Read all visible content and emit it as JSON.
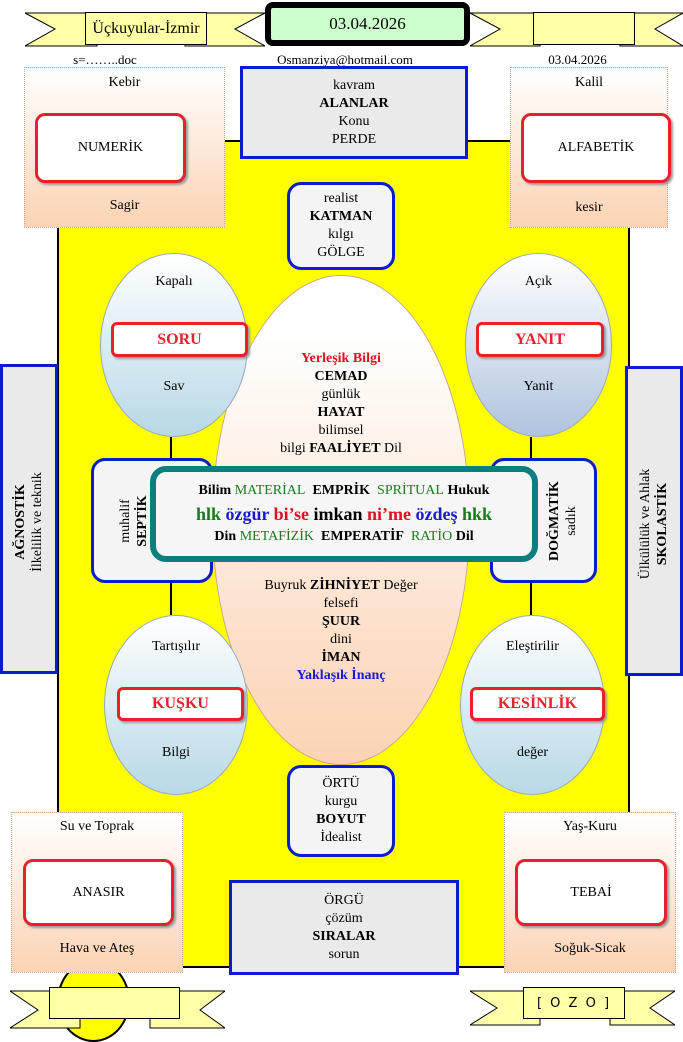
{
  "header": {
    "left_banner": "Üçkuyular-İzmir",
    "date_box": "03.04.2026",
    "right_banner": "",
    "file_label": "s=……..doc",
    "email": "Osmanziya@hotmail.com",
    "date_label": "03.04.2026"
  },
  "top_left": {
    "top": "Kebir",
    "box": "NUMERİK",
    "bottom": "Sagir"
  },
  "top_right": {
    "top": "Kalil",
    "box": "ALFABETİK",
    "bottom": "kesir"
  },
  "top_center": {
    "l1": "kavram",
    "l2": "ALANLAR",
    "l3": "Konu",
    "l4": "PERDE"
  },
  "realist": {
    "l1": "realist",
    "l2": "KATMAN",
    "l3": "kılgı",
    "l4": "GÖLGE"
  },
  "soru": {
    "top": "Kapalı",
    "box": "SORU",
    "bottom": "Sav"
  },
  "yanit": {
    "top": "Açık",
    "box": "YANIT",
    "bottom": "Yanit"
  },
  "kusku": {
    "top": "Tartışılır",
    "box": "KUŞKU",
    "bottom": "Bilgi"
  },
  "kesinlik": {
    "top": "Eleştirilir",
    "box": "KESİNLİK",
    "bottom": "değer"
  },
  "ellipse_top": {
    "l1": "Yerleşik Bilgi",
    "l2": "CEMAD",
    "l3": "günlük",
    "l4": "HAYAT",
    "l5": "bilimsel",
    "l6a": "bilgi ",
    "l6b": "FAALİYET",
    "l6c": " Dil"
  },
  "ellipse_bottom": {
    "l1a": "Buyruk ",
    "l1b": "ZİHNİYET",
    "l1c": " Değer",
    "l2": "felsefi",
    "l3": "ŞUUR",
    "l4": "dini",
    "l5": "İMAN",
    "l6": "Yaklaşık İnanç"
  },
  "center": {
    "r1": [
      "Bilim",
      "MATERİAL",
      "EMPRİK",
      "SPRİTUAL",
      "Hukuk"
    ],
    "r2": [
      "hlk",
      "özgür",
      "bi’se",
      "imkan",
      "ni’me",
      "özdeş",
      "hkk"
    ],
    "r3": [
      "Din",
      "METAFİZİK",
      "EMPERATİF",
      "RATİO",
      "Dil"
    ]
  },
  "septik": {
    "l1": "muhalif",
    "l2": "SEPTİK"
  },
  "dogmatik": {
    "l1": "DOĞMATİK",
    "l2": "sadık"
  },
  "left_bar": {
    "l1": "AĞNOSTİK",
    "l2": "İlkelilik ve teknik"
  },
  "right_bar": {
    "l1": "Ülkülülük ve Ahlak",
    "l2": "SKOLASTİK"
  },
  "ortu": {
    "l1": "ÖRTÜ",
    "l2": "kurgu",
    "l3": "BOYUT",
    "l4": "İdealist"
  },
  "bottom_left": {
    "top": "Su ve Toprak",
    "box": "ANASIR",
    "bottom": "Hava ve Ateş"
  },
  "bottom_right": {
    "top": "Yaş-Kuru",
    "box": "TEBAİ",
    "bottom": "Soğuk-Sicak"
  },
  "bottom_center": {
    "l1": "ÖRGÜ",
    "l2": "çözüm",
    "l3": "SIRALAR",
    "l4": "sorun"
  },
  "footer": {
    "left_banner": "",
    "right_banner": "[ O Z O ]"
  }
}
